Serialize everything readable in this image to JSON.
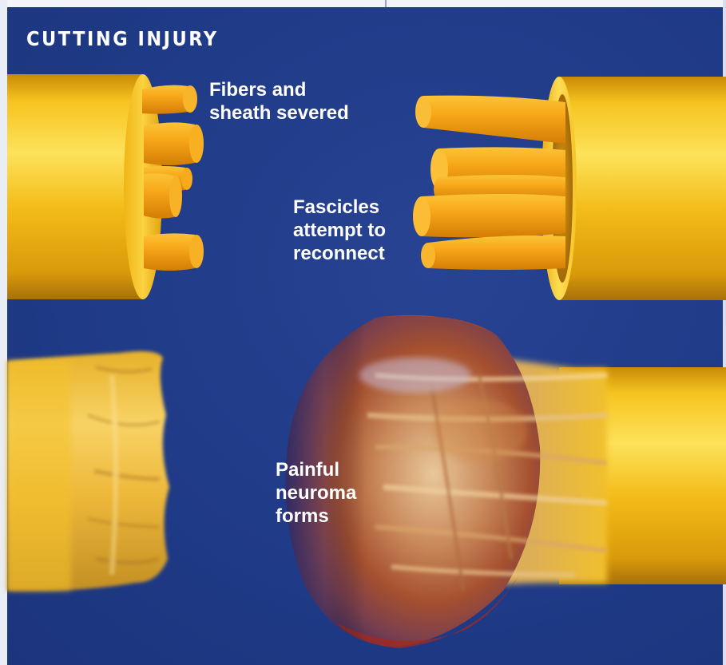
{
  "title": "CUTTING INJURY",
  "labels": {
    "fibers": [
      "Fibers and",
      "sheath severed"
    ],
    "fascicles": [
      "Fascicles",
      "attempt to",
      "reconnect"
    ],
    "neuroma": [
      "Painful",
      "neuroma",
      "forms"
    ]
  },
  "colors": {
    "background": "#1f3a86",
    "nerve": "#f2bb1a",
    "fascicle": "#f5a415",
    "neuroma": "#8a3a2a",
    "text": "#ffffff"
  }
}
